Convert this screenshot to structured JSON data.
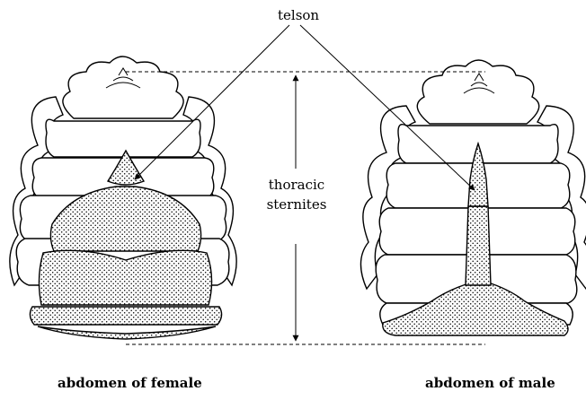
{
  "labels": {
    "telson": "telson",
    "thoracic_line1": "thoracic",
    "thoracic_line2": "sternites",
    "female_caption": "abdomen of female",
    "male_caption": "abdomen of male"
  }
}
